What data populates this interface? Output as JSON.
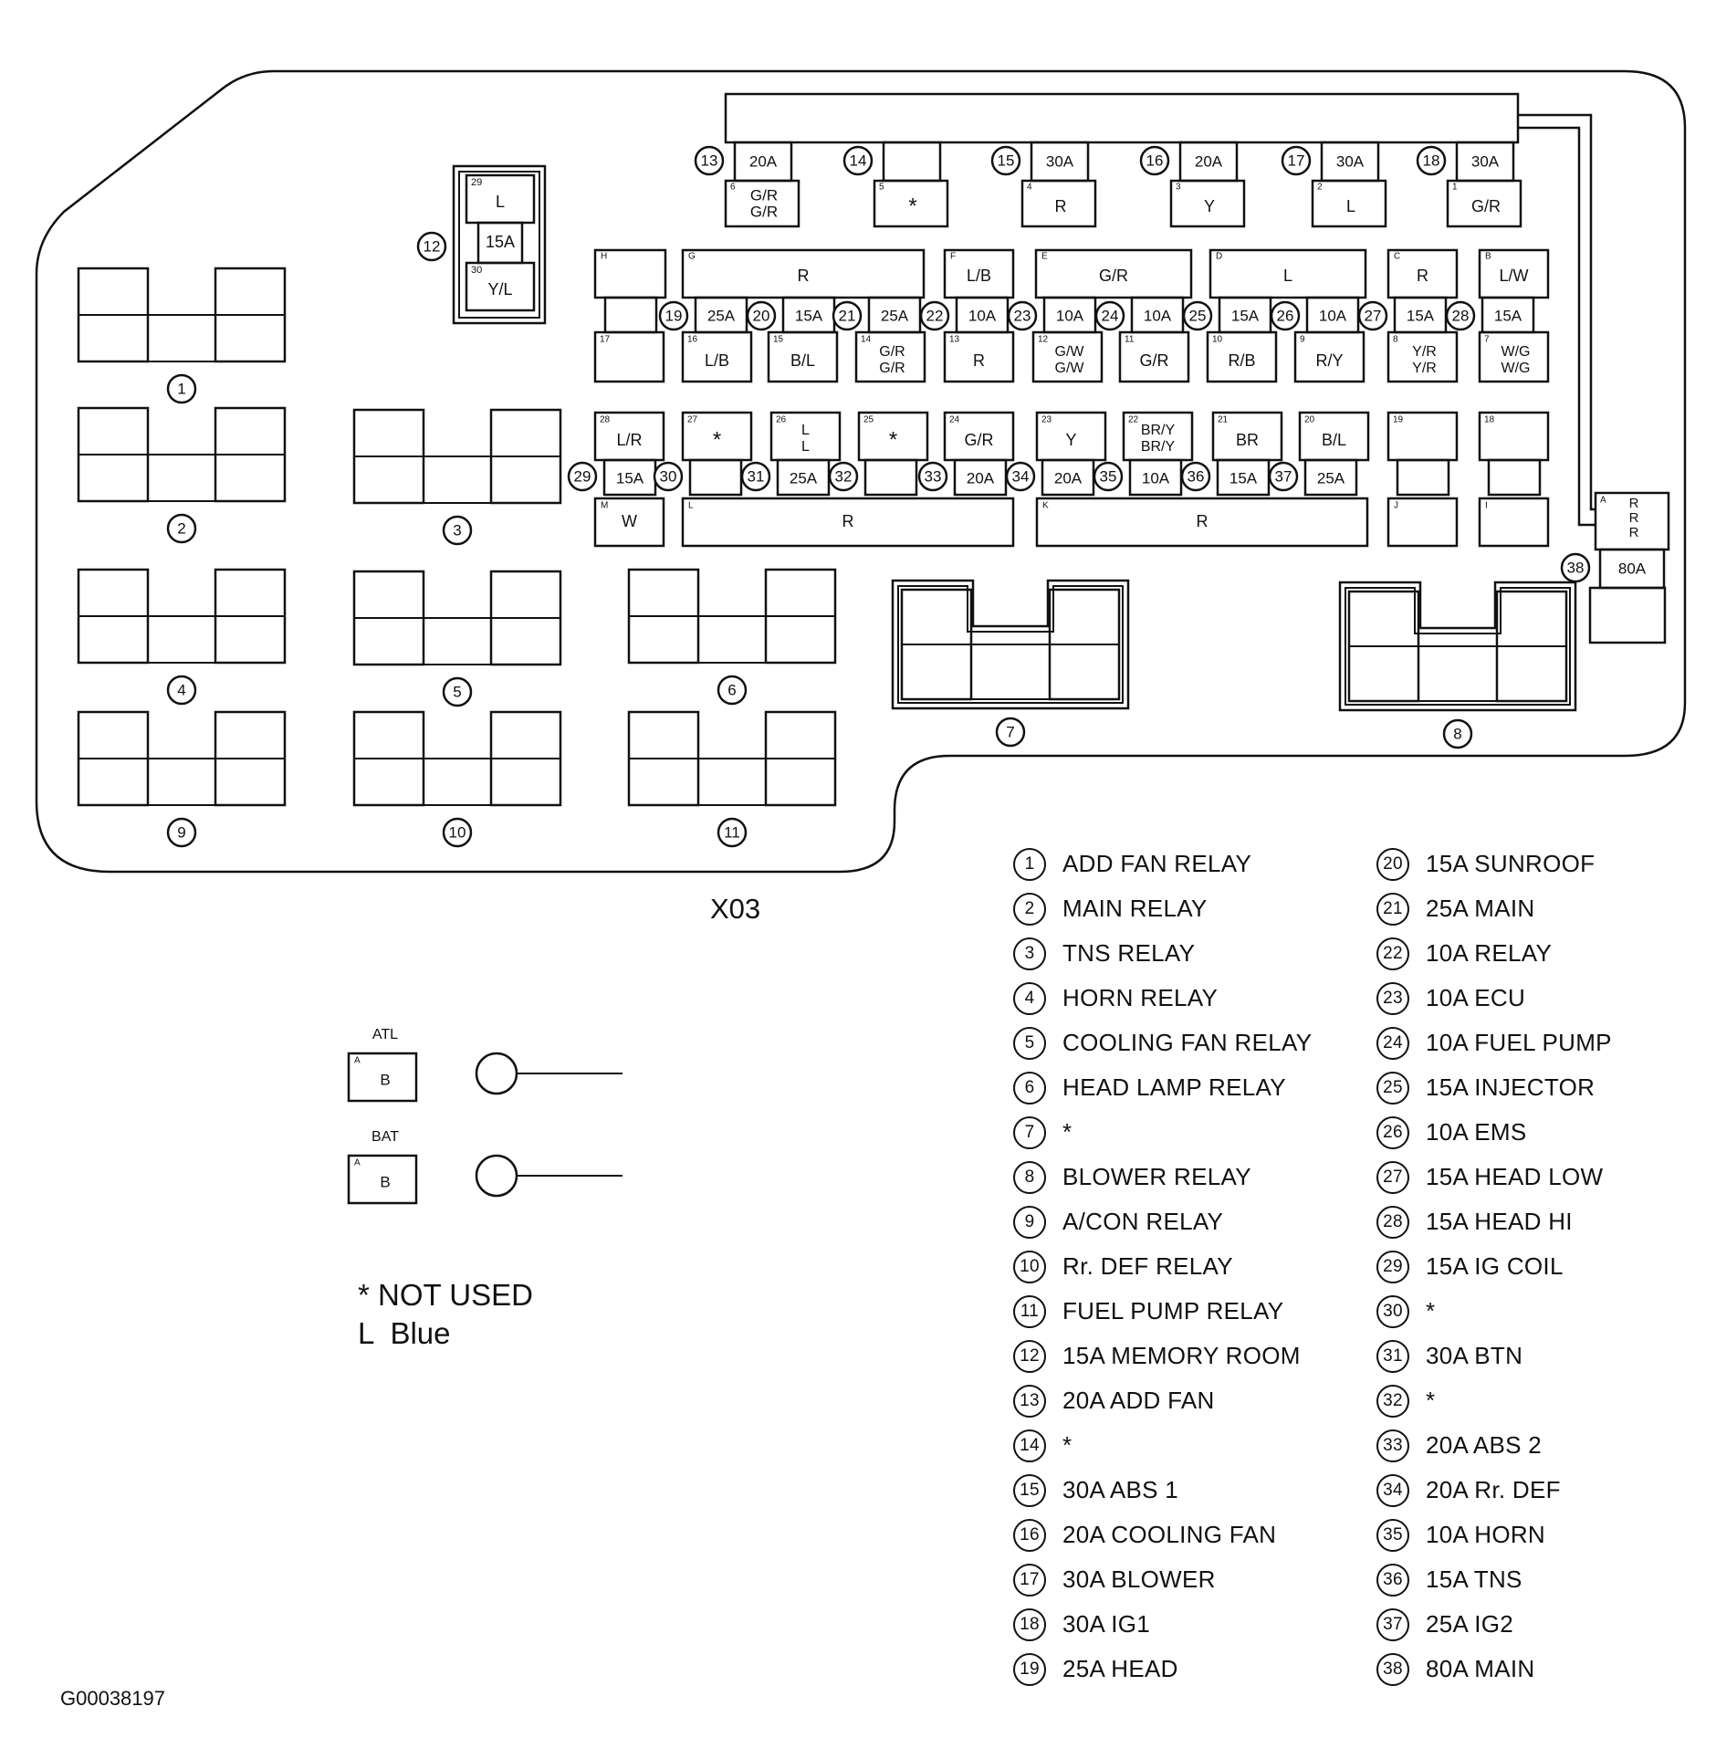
{
  "diagram_title": "X03",
  "figure_code": "G00038197",
  "notes": [
    "* NOT USED",
    "L  Blue"
  ],
  "terminals": [
    {
      "name": "ATL",
      "pin": "A",
      "color": "B"
    },
    {
      "name": "BAT",
      "pin": "A",
      "color": "B"
    }
  ],
  "relay_numbers": [
    "1",
    "2",
    "3",
    "4",
    "5",
    "6",
    "7",
    "8",
    "9",
    "10",
    "11"
  ],
  "top_fuses": [
    {
      "num": "13",
      "amp": "20A",
      "pin": "6",
      "c1": "G/R",
      "c2": "G/R"
    },
    {
      "num": "14",
      "amp": "",
      "pin": "5",
      "c1": "*",
      "c2": ""
    },
    {
      "num": "15",
      "amp": "30A",
      "pin": "4",
      "c1": "R",
      "c2": ""
    },
    {
      "num": "16",
      "amp": "20A",
      "pin": "3",
      "c1": "Y",
      "c2": ""
    },
    {
      "num": "17",
      "amp": "30A",
      "pin": "2",
      "c1": "L",
      "c2": ""
    },
    {
      "num": "18",
      "amp": "30A",
      "pin": "1",
      "c1": "G/R",
      "c2": ""
    }
  ],
  "memory_fuse": {
    "num": "12",
    "amp": "15A",
    "top_pin": "29",
    "top_color": "L",
    "bot_pin": "30",
    "bot_color": "Y/L"
  },
  "main_fuse": {
    "num": "38",
    "amp": "80A",
    "pin": "A",
    "c1": "R",
    "c2": "R",
    "c3": "R"
  },
  "row1_upper": [
    {
      "pin": "H",
      "color": ""
    },
    {
      "pin": "G",
      "color": "R"
    },
    {
      "pin": "F",
      "color": "L/B"
    },
    {
      "pin": "E",
      "color": "G/R"
    },
    {
      "pin": "D",
      "color": "L"
    },
    {
      "pin": "C",
      "color": "R"
    },
    {
      "pin": "B",
      "color": "L/W"
    }
  ],
  "row1_fuses": [
    {
      "num": "19",
      "amp": "25A"
    },
    {
      "num": "20",
      "amp": "15A"
    },
    {
      "num": "21",
      "amp": "25A"
    },
    {
      "num": "22",
      "amp": "10A"
    },
    {
      "num": "23",
      "amp": "10A"
    },
    {
      "num": "24",
      "amp": "10A"
    },
    {
      "num": "25",
      "amp": "15A"
    },
    {
      "num": "26",
      "amp": "10A"
    },
    {
      "num": "27",
      "amp": "15A"
    },
    {
      "num": "28",
      "amp": "15A"
    }
  ],
  "row1_lower": [
    {
      "pin": "17",
      "c1": "",
      "c2": ""
    },
    {
      "pin": "16",
      "c1": "L/B",
      "c2": ""
    },
    {
      "pin": "15",
      "c1": "B/L",
      "c2": ""
    },
    {
      "pin": "14",
      "c1": "G/R",
      "c2": "G/R"
    },
    {
      "pin": "13",
      "c1": "R",
      "c2": ""
    },
    {
      "pin": "12",
      "c1": "G/W",
      "c2": "G/W"
    },
    {
      "pin": "11",
      "c1": "G/R",
      "c2": ""
    },
    {
      "pin": "10",
      "c1": "R/B",
      "c2": ""
    },
    {
      "pin": "9",
      "c1": "R/Y",
      "c2": ""
    },
    {
      "pin": "8",
      "c1": "Y/R",
      "c2": "Y/R"
    },
    {
      "pin": "7",
      "c1": "W/G",
      "c2": "W/G"
    }
  ],
  "row2_upper": [
    {
      "pin": "28",
      "c1": "L/R",
      "c2": ""
    },
    {
      "pin": "27",
      "c1": "*",
      "c2": ""
    },
    {
      "pin": "26",
      "c1": "L",
      "c2": "L"
    },
    {
      "pin": "25",
      "c1": "*",
      "c2": ""
    },
    {
      "pin": "24",
      "c1": "G/R",
      "c2": ""
    },
    {
      "pin": "23",
      "c1": "Y",
      "c2": ""
    },
    {
      "pin": "22",
      "c1": "BR/Y",
      "c2": "BR/Y"
    },
    {
      "pin": "21",
      "c1": "BR",
      "c2": ""
    },
    {
      "pin": "20",
      "c1": "B/L",
      "c2": ""
    },
    {
      "pin": "19",
      "c1": "",
      "c2": ""
    },
    {
      "pin": "18",
      "c1": "",
      "c2": ""
    }
  ],
  "row2_fuses": [
    {
      "num": "29",
      "amp": "15A"
    },
    {
      "num": "30",
      "amp": ""
    },
    {
      "num": "31",
      "amp": "25A"
    },
    {
      "num": "32",
      "amp": ""
    },
    {
      "num": "33",
      "amp": "20A"
    },
    {
      "num": "34",
      "amp": "20A"
    },
    {
      "num": "35",
      "amp": "10A"
    },
    {
      "num": "36",
      "amp": "15A"
    },
    {
      "num": "37",
      "amp": "25A"
    }
  ],
  "row2_lower": [
    {
      "pin": "M",
      "color": "W"
    },
    {
      "pin": "L",
      "color": "R"
    },
    {
      "pin": "K",
      "color": "R"
    },
    {
      "pin": "J",
      "color": ""
    },
    {
      "pin": "I",
      "color": ""
    }
  ],
  "legend": [
    {
      "num": "1",
      "text": "ADD FAN RELAY"
    },
    {
      "num": "2",
      "text": "MAIN RELAY"
    },
    {
      "num": "3",
      "text": "TNS RELAY"
    },
    {
      "num": "4",
      "text": "HORN RELAY"
    },
    {
      "num": "5",
      "text": "COOLING FAN RELAY"
    },
    {
      "num": "6",
      "text": "HEAD LAMP RELAY"
    },
    {
      "num": "7",
      "text": "*"
    },
    {
      "num": "8",
      "text": "BLOWER RELAY"
    },
    {
      "num": "9",
      "text": "A/CON RELAY"
    },
    {
      "num": "10",
      "text": "Rr. DEF RELAY"
    },
    {
      "num": "11",
      "text": "FUEL PUMP RELAY"
    },
    {
      "num": "12",
      "text": "15A MEMORY ROOM"
    },
    {
      "num": "13",
      "text": "20A ADD FAN"
    },
    {
      "num": "14",
      "text": "*"
    },
    {
      "num": "15",
      "text": "30A ABS 1"
    },
    {
      "num": "16",
      "text": "20A COOLING FAN"
    },
    {
      "num": "17",
      "text": "30A BLOWER"
    },
    {
      "num": "18",
      "text": "30A IG1"
    },
    {
      "num": "19",
      "text": "25A HEAD"
    },
    {
      "num": "20",
      "text": "15A SUNROOF"
    },
    {
      "num": "21",
      "text": "25A MAIN"
    },
    {
      "num": "22",
      "text": "10A RELAY"
    },
    {
      "num": "23",
      "text": "10A ECU"
    },
    {
      "num": "24",
      "text": "10A FUEL PUMP"
    },
    {
      "num": "25",
      "text": "15A INJECTOR"
    },
    {
      "num": "26",
      "text": "10A EMS"
    },
    {
      "num": "27",
      "text": "15A HEAD LOW"
    },
    {
      "num": "28",
      "text": "15A HEAD HI"
    },
    {
      "num": "29",
      "text": "15A IG COIL"
    },
    {
      "num": "30",
      "text": "*"
    },
    {
      "num": "31",
      "text": "30A BTN"
    },
    {
      "num": "32",
      "text": "*"
    },
    {
      "num": "33",
      "text": "20A ABS 2"
    },
    {
      "num": "34",
      "text": "20A Rr. DEF"
    },
    {
      "num": "35",
      "text": "10A HORN"
    },
    {
      "num": "36",
      "text": "15A TNS"
    },
    {
      "num": "37",
      "text": "25A IG2"
    },
    {
      "num": "38",
      "text": "80A MAIN"
    }
  ]
}
